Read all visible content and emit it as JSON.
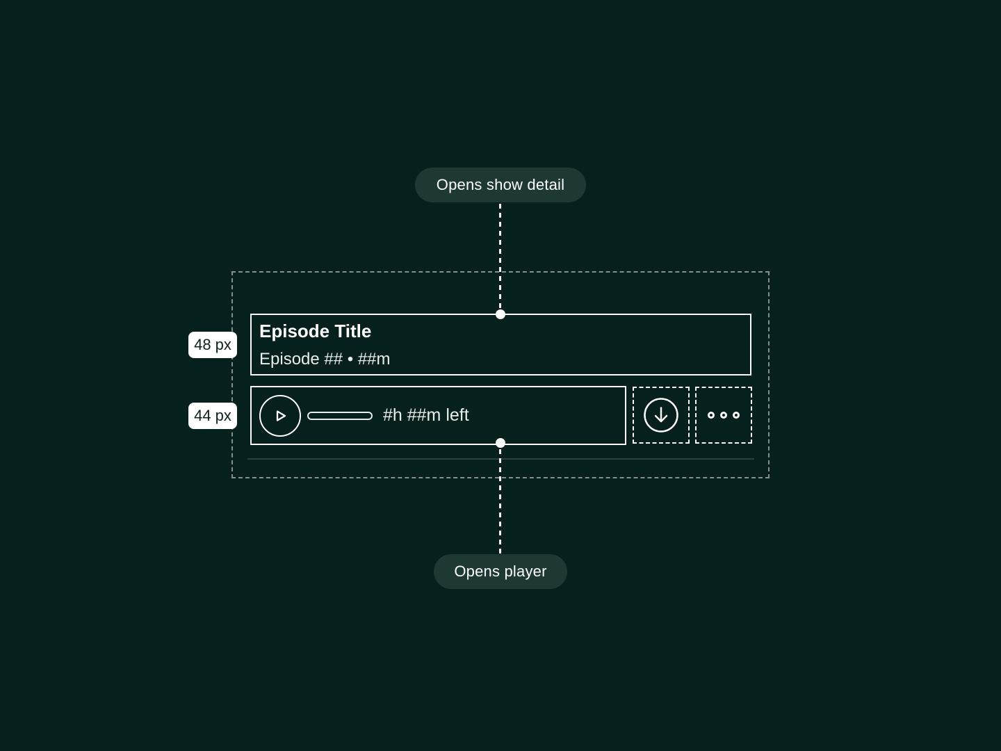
{
  "colors": {
    "bg": "#05201d",
    "pill-bg": "#1e3834",
    "white": "#ffffff",
    "dash-gray": "#7f928e",
    "divider": "#2c403c",
    "label-bg": "#ffffff",
    "label-text": "#0e211e",
    "text-dim": "#e9eeec"
  },
  "callouts": {
    "top_label": "Opens show detail",
    "bottom_label": "Opens player"
  },
  "measurements": {
    "title_row_height": "48 px",
    "player_row_height": "44 px"
  },
  "episode_card": {
    "title": "Episode Title",
    "meta": "Episode ## • ##m",
    "time_left": "#h ##m left"
  },
  "icons": {
    "play": "play-icon (outlined triangle in circle)",
    "download": "download-icon (down arrow in circle)",
    "more": "more-options-icon (three outlined dots)"
  }
}
